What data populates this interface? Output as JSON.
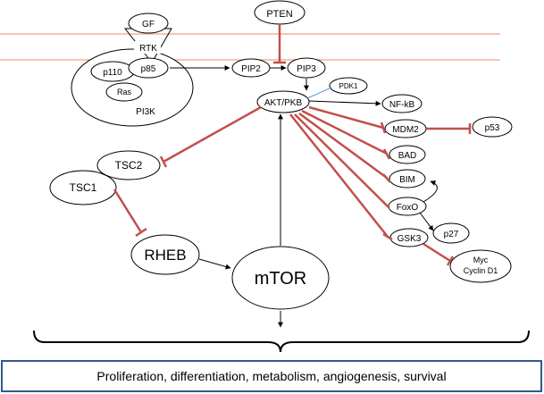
{
  "nodes": {
    "pten": "PTEN",
    "gf": "GF",
    "rtk": "RTK",
    "p110": "p110",
    "p85": "p85",
    "ras": "Ras",
    "pi3k": "PI3K",
    "pip2": "PIP2",
    "pip3": "PIP3",
    "pdk1": "PDK1",
    "akt": "AKT/PKB",
    "nfkb": "NF-kB",
    "mdm2": "MDM2",
    "p53": "p53",
    "bad": "BAD",
    "bim": "BIM",
    "foxo": "FoxO",
    "p27": "p27",
    "gsk3": "GSK3",
    "myc": "Myc",
    "cyclin": "Cyclin D1",
    "tsc2": "TSC2",
    "tsc1": "TSC1",
    "rheb": "RHEB",
    "mtor": "mTOR"
  },
  "outcome": "Proliferation, differentiation, metabolism, angiogenesis, survival",
  "colors": {
    "membrane": "#f4b393",
    "inhibit": "#c0504d",
    "pdk1_link": "#5b9bd5",
    "outcome_border": "#2e5b8c"
  }
}
